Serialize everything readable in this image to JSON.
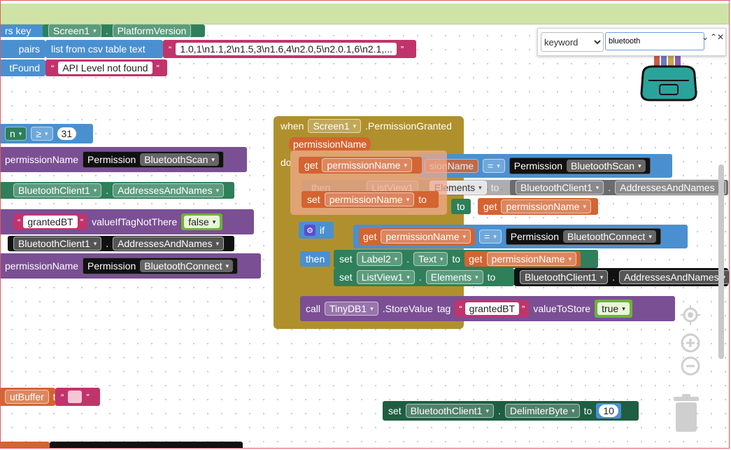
{
  "search": {
    "mode": "keyword",
    "query": "bluetooth",
    "prev": "⌄",
    "next": "⌃",
    "close": "✕"
  },
  "left": {
    "key_label": "rs  key",
    "screen1": "Screen1",
    "platform": "PlatformVersion",
    "pairs_label": "pairs",
    "list_csv": "list from csv table   text",
    "csv_text": "1.0,1\\n1.1,2\\n1.5,3\\n1.6,4\\n2.0,5\\n2.0.1,6\\n2.1,...",
    "notfound_label": "tFound",
    "api_str": "API Level not found",
    "n_label": "n",
    "gte": "≥",
    "num31": "31",
    "perm_name": "permissionName",
    "perm_word": "Permission",
    "bt_scan": "BluetoothScan",
    "btclient1": "BluetoothClient1",
    "addr_names": "AddressesAndNames",
    "granted_bt": "grantedBT",
    "value_if": "valueIfTagNotThere",
    "false": "false",
    "bt_connect": "BluetoothConnect",
    "out_buffer": "utBuffer",
    "to": "to"
  },
  "event": {
    "when": "when",
    "screen1": "Screen1",
    "event_name": ".PermissionGranted",
    "param": "permissionName",
    "do": "do",
    "get": "get",
    "set": "set",
    "to": "to",
    "eq": "=",
    "perm_word": "Permission",
    "bt_scan": "BluetoothScan",
    "bt_connect": "BluetoothConnect",
    "then": "then",
    "listview1": "ListView1",
    "elements": "Elements",
    "btclient1": "BluetoothClient1",
    "addr_names": "AddressesAndNames",
    "if": "if",
    "label2": "Label2",
    "text": "Text",
    "sion_frag": "sionName",
    "call": "call",
    "tinydb1": "TinyDB1",
    "store": ".StoreValue",
    "tag": "tag",
    "granted_bt": "grantedBT",
    "value_to_store": "valueToStore",
    "true": "true"
  },
  "delim": {
    "set": "set",
    "btclient1": "BluetoothClient1",
    "prop": "DelimiterByte",
    "to": "to",
    "value": "10"
  },
  "colors": {
    "topbar": "#cfe3a7",
    "event": "#b0902c",
    "variable": "#d46431",
    "component": "#2f7f5a",
    "logic": "#4a90d0",
    "text": "#c1346b",
    "procedure": "#7b4f94"
  }
}
